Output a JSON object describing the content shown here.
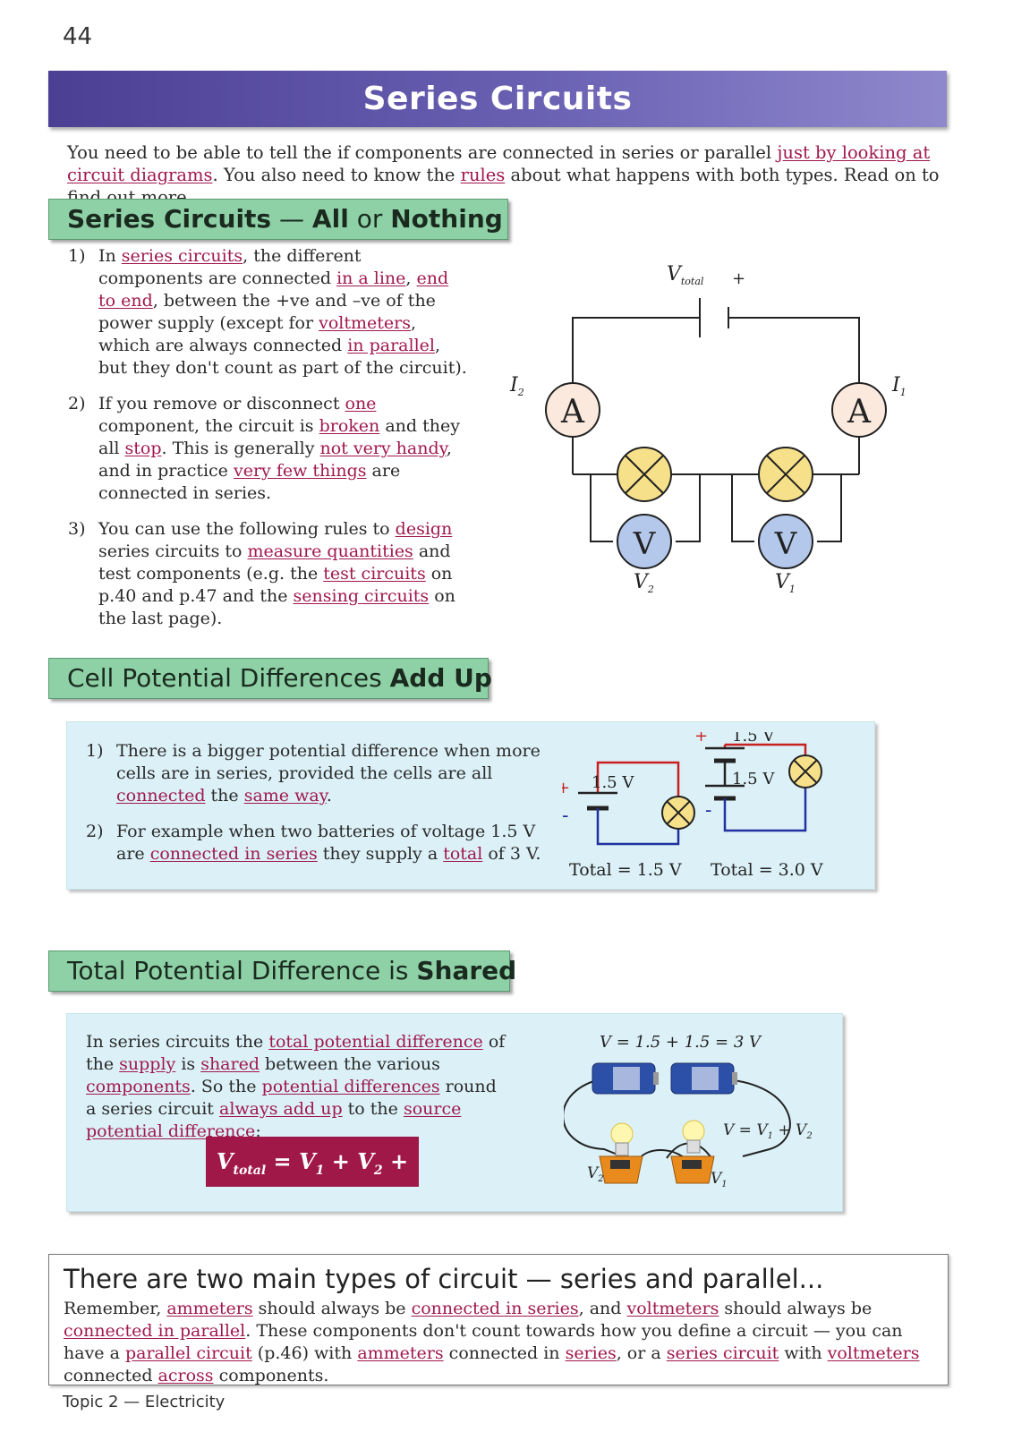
{
  "page_number": "44",
  "title": "Series Circuits",
  "intro": {
    "t1": "You need to be able to tell the if components are connected in series or parallel ",
    "u1": "just by looking at circuit diagrams",
    "t2": ".  You also need to know the ",
    "u2": "rules",
    "t3": " about what happens with both types.  Read on to find out more."
  },
  "section1": {
    "heading": {
      "a": "Series Circuits",
      "b": " — ",
      "c": "All",
      "d": " or ",
      "e": "Nothing"
    },
    "points": [
      {
        "num": "1)",
        "a": "In ",
        "b": "series circuits",
        "c": ", the different components are connected ",
        "d": "in a line",
        "e": ", ",
        "f": "end to end",
        "g": ", between the +ve and –ve of the power supply (except for ",
        "h": "voltmeters",
        "i": ", which are always connected ",
        "j": "in parallel",
        "k": ", but they don't count as part of the circuit)."
      },
      {
        "num": "2)",
        "a": "If you remove or disconnect ",
        "b": "one",
        "c": " component, the circuit is ",
        "d": "broken",
        "e": " and they all ",
        "f": "stop",
        "g": ".  This is generally ",
        "h": "not very handy",
        "i": ", and in practice ",
        "j": "very few things",
        "k": " are connected in series."
      },
      {
        "num": "3)",
        "a": "You can use the following rules to ",
        "b": "design",
        "c": " series circuits to ",
        "d": "measure quantities",
        "e": " and test components (e.g. the ",
        "f": "test circuits",
        "g": " on p.40 and p.47 and the ",
        "h": "sensing circuits",
        "i": " on the last page)."
      }
    ],
    "diagram": {
      "v_total": "V",
      "v_total_sub": "total",
      "plus": "+",
      "ammeter": "A",
      "voltmeter": "V",
      "i2": "I",
      "i2_sub": "2",
      "i1": "I",
      "i1_sub": "1",
      "v2": "V",
      "v2_sub": "2",
      "v1": "V",
      "v1_sub": "1"
    }
  },
  "section2": {
    "heading": {
      "a": "Cell Potential Differences ",
      "b": "Add Up"
    },
    "points": [
      {
        "num": "1)",
        "a": "There is a bigger potential difference when more cells are in series, provided the cells are all ",
        "b": "connected",
        "c": " the ",
        "d": "same way",
        "e": "."
      },
      {
        "num": "2)",
        "a": "For example when two batteries of voltage 1.5 V are ",
        "b": "connected in series",
        "c": " they supply a ",
        "d": "total",
        "e": " of 3 V."
      }
    ],
    "diagram": {
      "cell_label": "1.5 V",
      "plus": "+",
      "minus": "-",
      "total_one": "Total = 1.5 V",
      "total_two": "Total = 3.0 V"
    }
  },
  "section3": {
    "heading": {
      "a": "Total Potential Difference is ",
      "b": "Shared"
    },
    "text": {
      "a": "In series circuits the ",
      "b": "total potential difference",
      "c": " of the ",
      "d": "supply",
      "e": " is ",
      "f": "shared",
      "g": " between the various ",
      "h": "components",
      "i": ". So the ",
      "j": "potential differences",
      "k": " round a series circuit ",
      "l": "always add up",
      "m": " to the ",
      "n": "source potential difference",
      "o": ":"
    },
    "formula": {
      "v": "V",
      "total": "total",
      "eq": " = ",
      "v1": "V",
      "s1": "1",
      "plus1": " + ",
      "v2": "V",
      "s2": "2",
      "rest": " + ..."
    },
    "diagram": {
      "top_label": "V = 1.5 + 1.5 = 3 V",
      "right_v": "V = V",
      "right_s1": "1",
      "right_plus": " + V",
      "right_s2": "2",
      "v2": "V",
      "v2_sub": "2",
      "v1": "V",
      "v1_sub": "1"
    }
  },
  "summary": {
    "heading": "There are two main types of circuit — series and parallel...",
    "a": "Remember, ",
    "b": "ammeters",
    "c": " should always be ",
    "d": "connected in series",
    "e": ", and ",
    "f": "voltmeters",
    "g": " should always be",
    "h": " connected in parallel",
    "i": ".  These components don't count towards how you define a circuit — you can have a ",
    "j": "parallel circuit",
    "k": " (p.46) with ",
    "l": "ammeters",
    "m": " connected in ",
    "n": "series",
    "o": ", or a ",
    "p": "series circuit",
    "q": " with ",
    "r": "voltmeters",
    "s": " connected ",
    "t": "across",
    "u": " components."
  },
  "footer": "Topic 2 — Electricity",
  "colors": {
    "banner": "#5a4fa6",
    "section_head": "#8fd1a7",
    "panel": "#dcf1f7",
    "link": "#a0184e",
    "formula_bg": "#a01848",
    "ammeter_fill": "#fbe9dd",
    "voltmeter_fill": "#b4c8ec",
    "lamp_fill": "#f7e08a"
  }
}
